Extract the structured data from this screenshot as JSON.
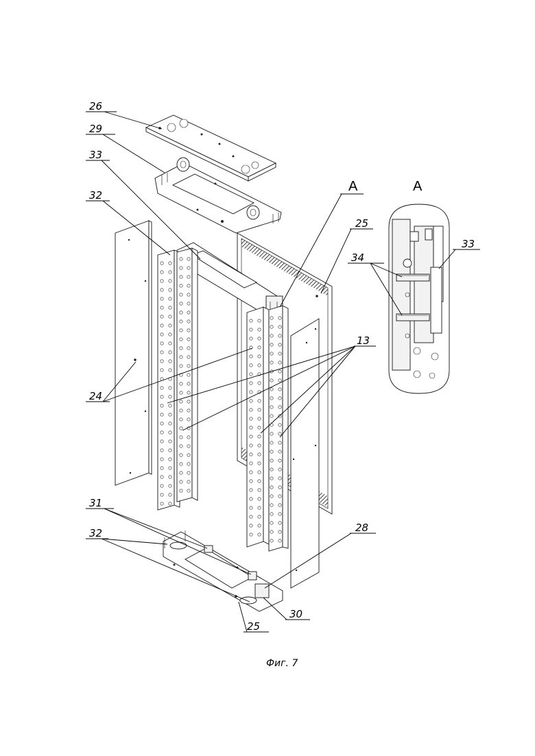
{
  "labels": {
    "l26": "26",
    "l29": "29",
    "l33_left": "33",
    "l32_top": "32",
    "lA_main": "A",
    "l25_right": "25",
    "lA_detail": "A",
    "l33_detail": "33",
    "l34": "34",
    "l13": "13",
    "l24": "24",
    "l31": "31",
    "l32_bottom": "32",
    "l28": "28",
    "l30": "30",
    "l25_bottom": "25"
  },
  "caption": "Фиг. 7"
}
